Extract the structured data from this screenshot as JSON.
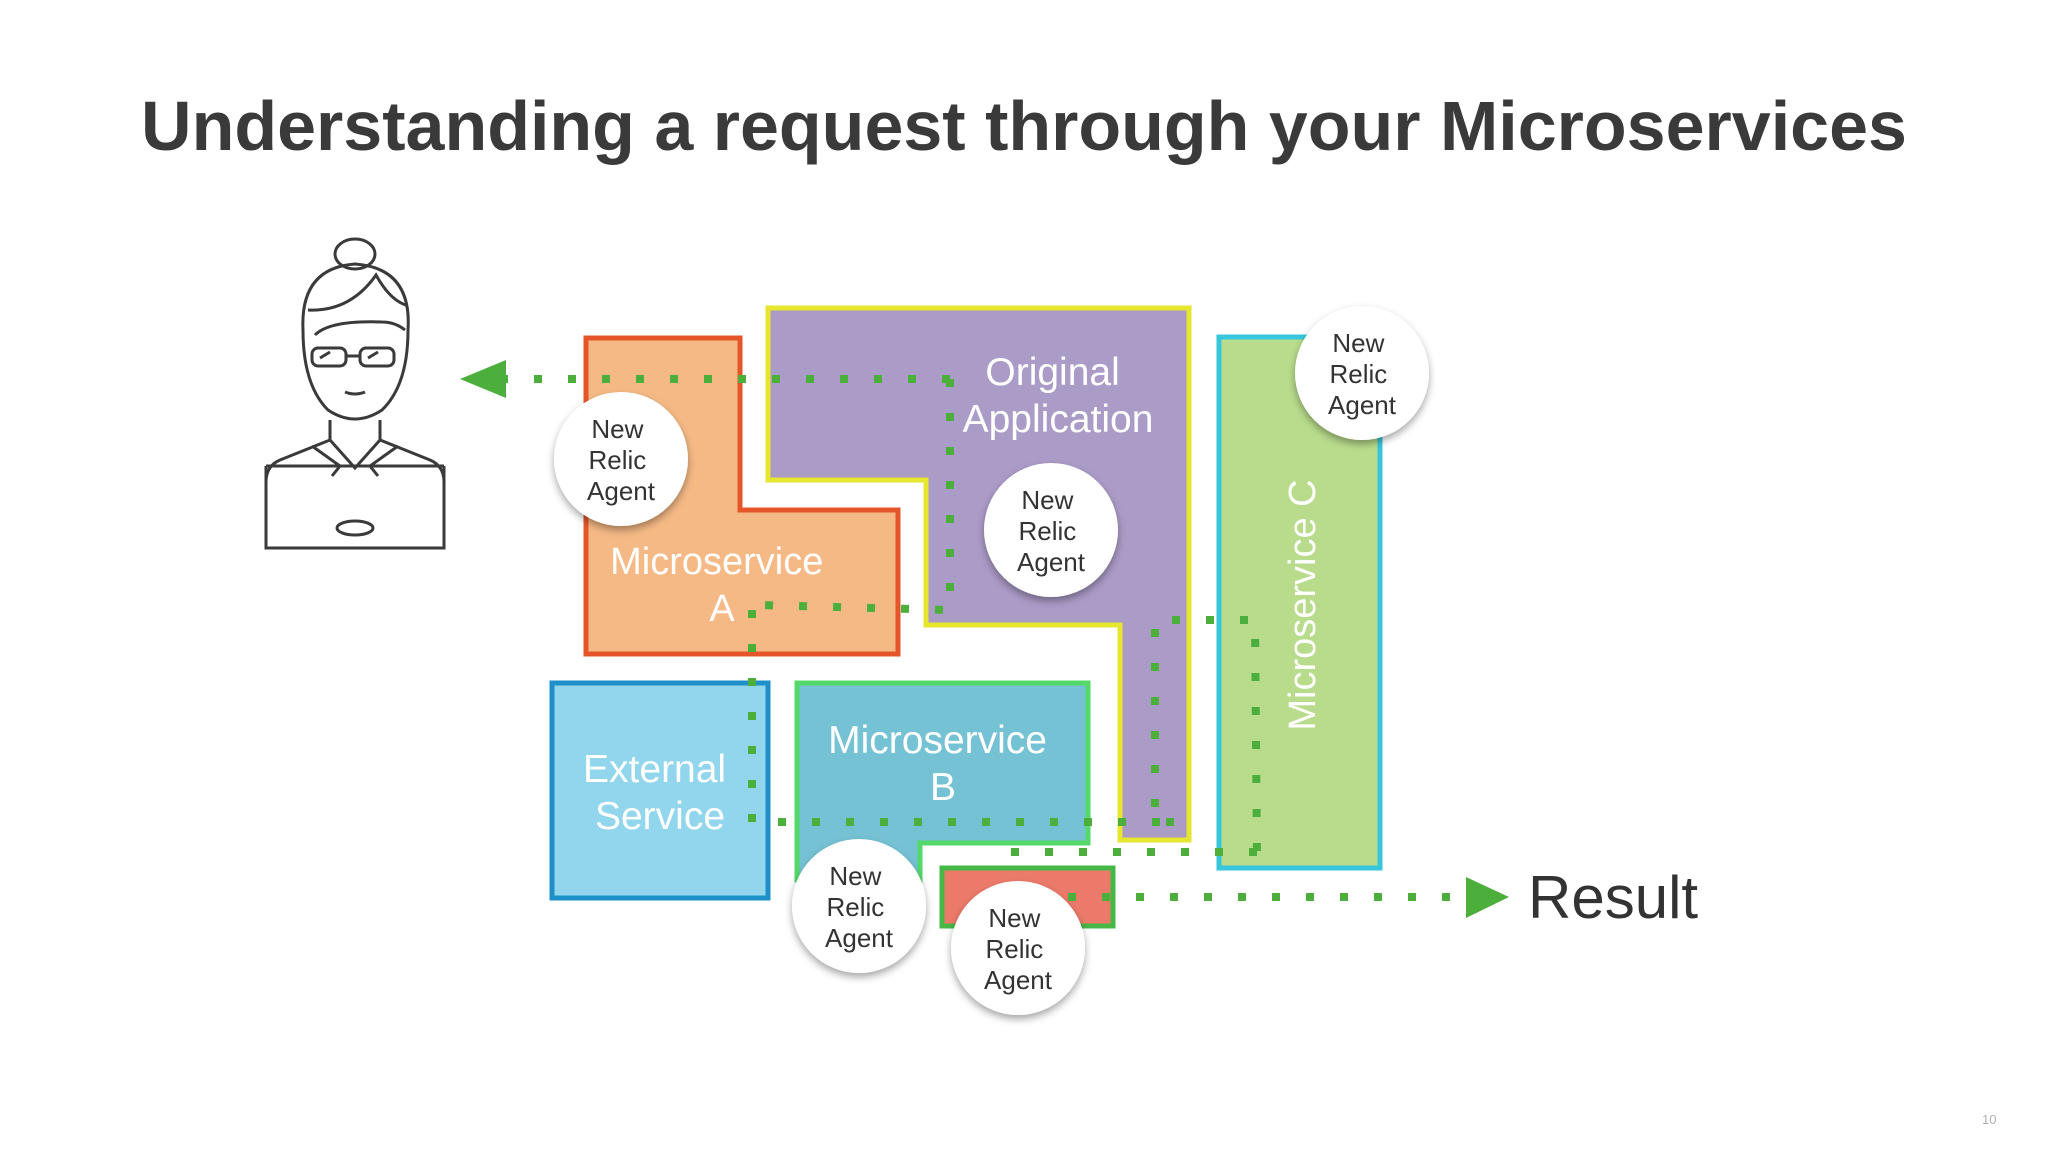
{
  "title": "Understanding a request through your Microservices",
  "components": {
    "original_application": [
      "Original",
      "Application"
    ],
    "microservice_a": [
      "Microservice",
      "A"
    ],
    "microservice_b": [
      "Microservice",
      "B"
    ],
    "microservice_c": "Microservice C",
    "external_service": [
      "External",
      "Service"
    ]
  },
  "agent_label": [
    "New",
    "Relic",
    "Agent"
  ],
  "result_label": "Result",
  "page_number": "10",
  "colors": {
    "original_application_fill": "#ab9bc7",
    "original_application_border": "#e6e62e",
    "microservice_a_fill": "#f5b985",
    "microservice_a_border": "#e4562a",
    "microservice_b_fill": "#75c2d4",
    "microservice_b_border": "#55d86a",
    "microservice_c_fill": "#b8dc8c",
    "microservice_c_border": "#38c6dc",
    "external_service_fill": "#91d6ec",
    "external_service_border": "#1e8fc8",
    "result_box_fill": "#ec7a6a",
    "result_box_border": "#45b845",
    "request_path": "#4caf3c"
  },
  "icons": [
    "user-at-laptop-icon",
    "arrow-left-icon",
    "arrow-right-icon"
  ]
}
